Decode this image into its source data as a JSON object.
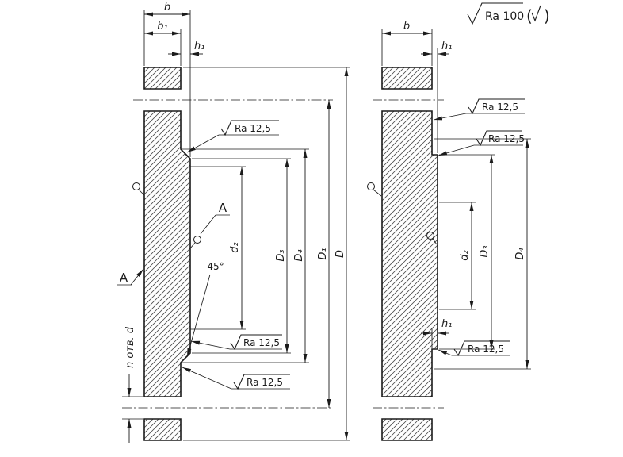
{
  "colors": {
    "background": "#ffffff",
    "line": "#1b1b1b"
  },
  "general_note": {
    "value": "Ra 100",
    "paren_open": "(",
    "paren_close": ")"
  },
  "left_view": {
    "dim_b": "b",
    "dim_b1": "b₁",
    "dim_h1": "h₁",
    "dim_d2": "d₂",
    "dim_D3": "D₃",
    "dim_D4": "D₄",
    "dim_D1": "D₁",
    "dim_D": "D",
    "chamfer": "45°",
    "section_a_right": "A",
    "section_a_left": "A",
    "holes_note": "n отв. d",
    "ra_top": "Ra 12,5",
    "ra_mid": "Ra 12,5",
    "ra_bottom": "Ra 12,5"
  },
  "right_view": {
    "dim_b": "b",
    "dim_h1_top": "h₁",
    "dim_h1_bottom": "h₁",
    "dim_d2": "d₂",
    "dim_D3": "D₃",
    "dim_D4": "D₄",
    "ra_top": "Ra 12,5",
    "ra_mid": "Ra 12,5",
    "ra_bottom": "Ra 12,5"
  }
}
